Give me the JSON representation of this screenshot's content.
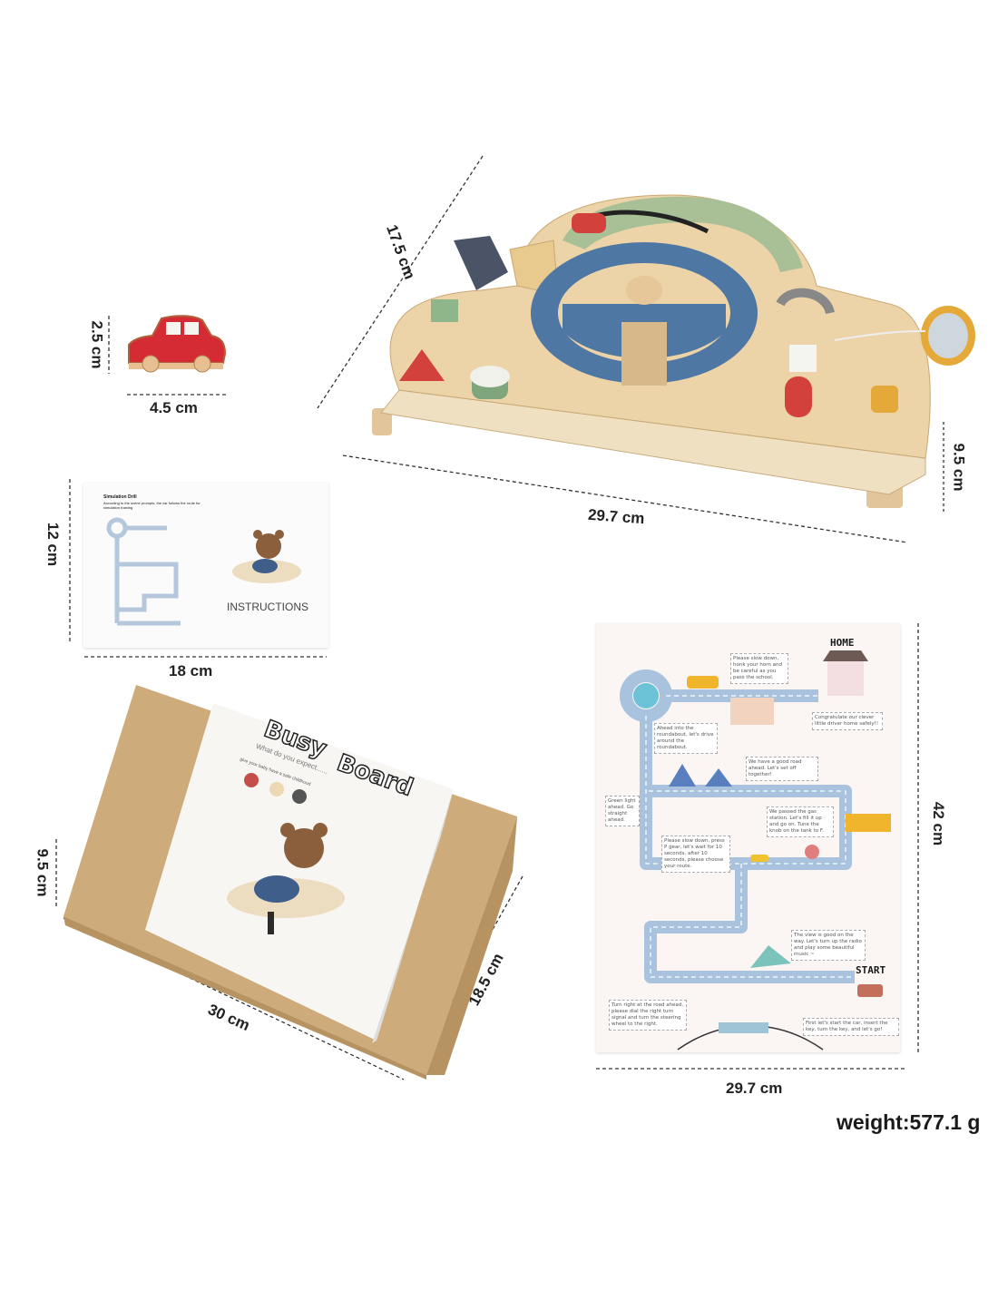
{
  "dimensions": {
    "board_depth": "17.5 cm",
    "board_width": "29.7 cm",
    "board_height": "9.5 cm",
    "car_height": "2.5 cm",
    "car_width": "4.5 cm",
    "instructions_height": "12 cm",
    "instructions_width": "18 cm",
    "box_height": "9.5 cm",
    "box_length": "30 cm",
    "box_depth": "18.5 cm",
    "map_height": "42 cm",
    "map_width": "29.7 cm"
  },
  "weight": "weight:577.1 g",
  "instructions_card": {
    "title": "INSTRUCTIONS",
    "map_heading": "Simulation Drill",
    "map_subheading": "According to the scene prompts, the car follows the route for simulation training"
  },
  "box": {
    "title_line1": "Busy",
    "title_line2": "Board",
    "tagline": "What do you expect......",
    "subtagline": "give your baby have a safe childhood"
  },
  "map": {
    "home_label": "HOME",
    "start_label": "START",
    "bubbles": [
      "Please slow down, honk your horn and be careful as you pass the school.",
      "Congratulate our clever little driver home safely!!",
      "Ahead into the roundabout, let's drive around the roundabout.",
      "We have a good road ahead. Let's set off together!",
      "Green light ahead. Go straight ahead.",
      "We passed the gas station. Let's fill it up and go on. Tune the knob on the tank to F.",
      "Please slow down, press P gear, let's wait for 10 seconds, after 10 seconds, please choose your route.",
      "The view is good on the way. Let's turn up the radio and play some beautiful music ~",
      "Turn right at the road ahead, please dial the right turn signal and turn the steering wheel to the right.",
      "First let's start the car, insert the key, turn the key, and let's go!"
    ]
  },
  "colors": {
    "wood": "#e9d2a8",
    "steering": "#4f77a3",
    "kraft": "#d2b283",
    "road": "#a9c3df"
  }
}
